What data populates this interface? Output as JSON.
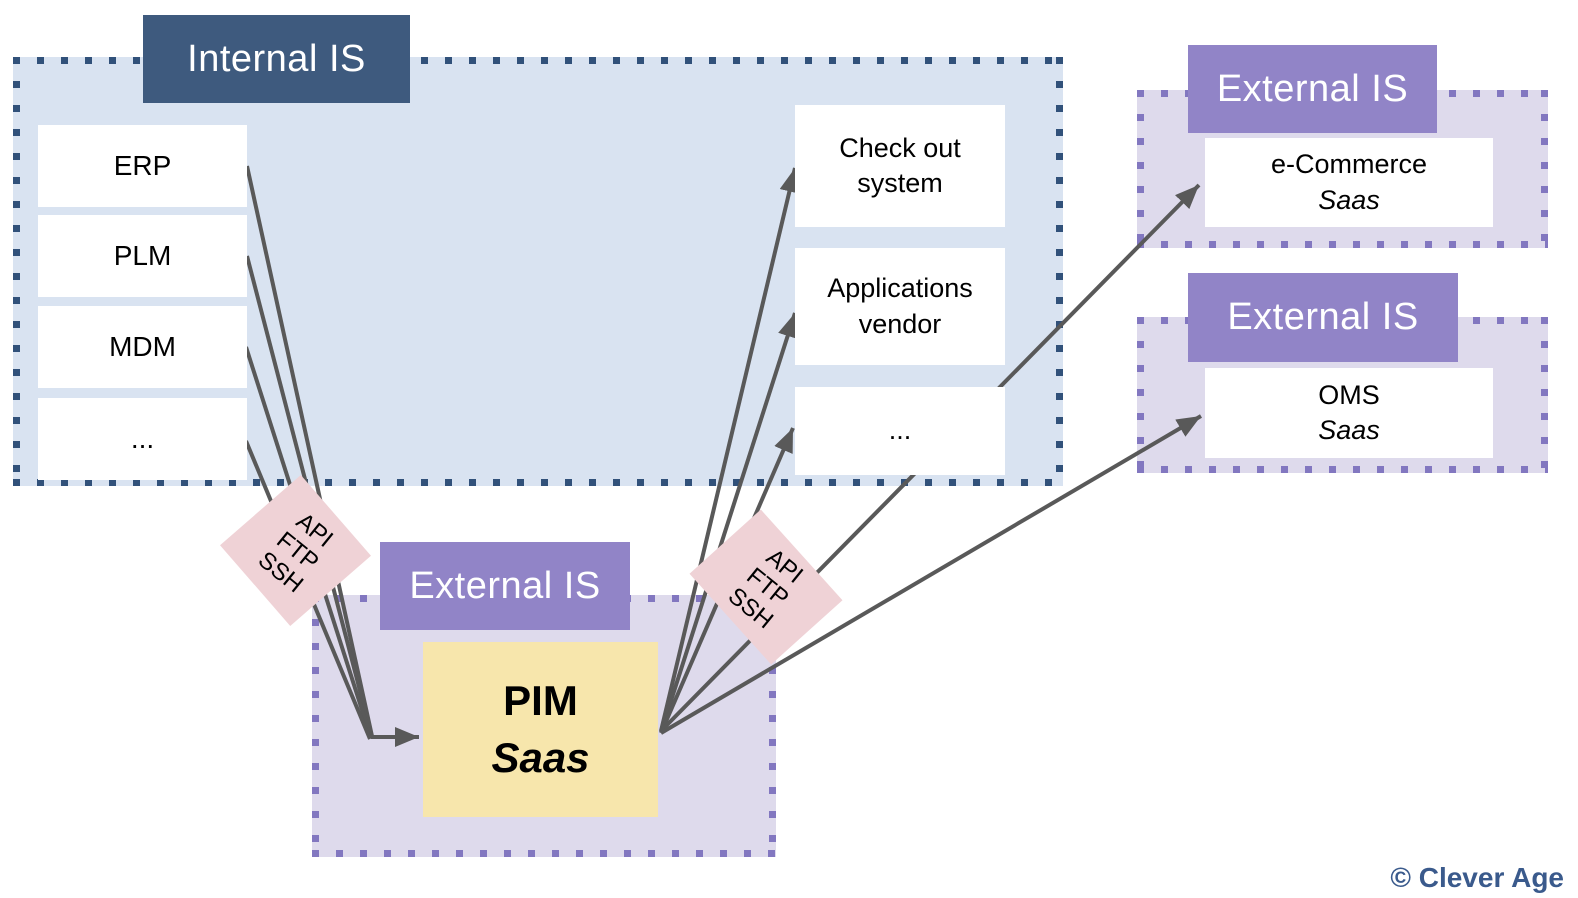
{
  "diagram": {
    "internal": {
      "title": "Internal IS",
      "systems": [
        "ERP",
        "PLM",
        "MDM",
        "..."
      ],
      "targets": [
        "Check out system",
        "Applications vendor",
        "..."
      ]
    },
    "pim_zone": {
      "title": "External IS",
      "box_name": "PIM",
      "box_type": "Saas"
    },
    "ecommerce_zone": {
      "title": "External IS",
      "box_name": "e-Commerce",
      "box_type": "Saas"
    },
    "oms_zone": {
      "title": "External IS",
      "box_name": "OMS",
      "box_type": "Saas"
    },
    "protocols_left": "API\nFTP\nSSH",
    "protocols_right": "API\nFTP\nSSH",
    "footer": "© Clever Age"
  },
  "colors": {
    "internal_header": "#3E5A7E",
    "internal_fill": "#D9E3F1",
    "internal_dots": "#31517A",
    "external_header": "#9184C7",
    "external_fill": "#DEDAEC",
    "external_dots": "#8277C0",
    "pim_fill": "#F7E6AC",
    "protocol_diamond_fill": "#EFD2D6",
    "arrow": "#595959",
    "footer_text": "#3A5A8C"
  }
}
